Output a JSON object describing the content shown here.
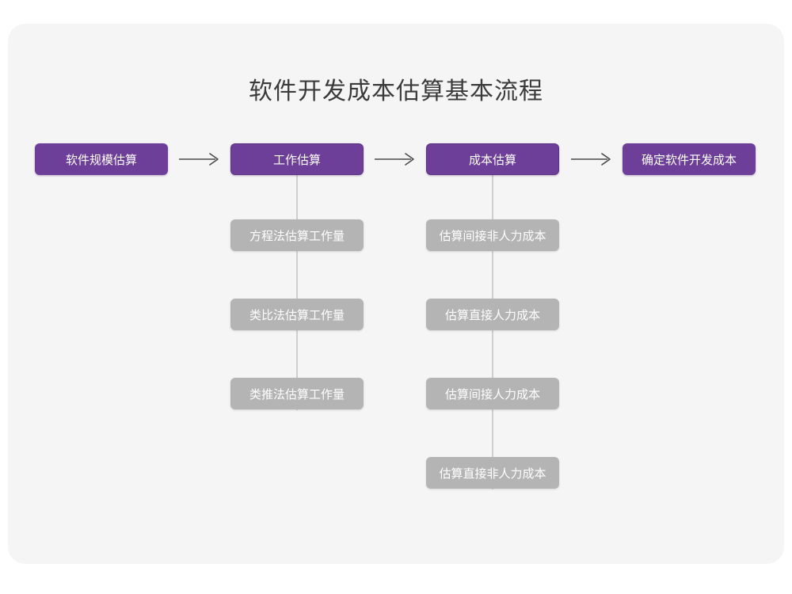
{
  "card": {
    "background": "#f5f5f6"
  },
  "theme": {
    "primary_color": "#6e3f99",
    "secondary_color": "#b4b4b4",
    "title_color": "#3b3b3b",
    "connector_color": "#cfcfcf",
    "arrow_color": "#4a4a4a"
  },
  "diagram": {
    "title": "软件开发成本估算基本流程",
    "type": "flowchart",
    "orientation": "left-to-right with vertical sub-branches",
    "stages": [
      {
        "id": "stage-1",
        "label": "软件规模估算",
        "style": "primary",
        "children": []
      },
      {
        "id": "stage-2",
        "label": "工作估算",
        "style": "primary",
        "children": [
          {
            "id": "stage-2-child-1",
            "label": "方程法估算工作量",
            "style": "secondary"
          },
          {
            "id": "stage-2-child-2",
            "label": "类比法估算工作量",
            "style": "secondary"
          },
          {
            "id": "stage-2-child-3",
            "label": "类推法估算工作量",
            "style": "secondary"
          }
        ]
      },
      {
        "id": "stage-3",
        "label": "成本估算",
        "style": "primary",
        "children": [
          {
            "id": "stage-3-child-1",
            "label": "估算间接非人力成本",
            "style": "secondary"
          },
          {
            "id": "stage-3-child-2",
            "label": "估算直接人力成本",
            "style": "secondary"
          },
          {
            "id": "stage-3-child-3",
            "label": "估算间接人力成本",
            "style": "secondary"
          },
          {
            "id": "stage-3-child-4",
            "label": "估算直接非人力成本",
            "style": "secondary"
          }
        ]
      },
      {
        "id": "stage-4",
        "label": "确定软件开发成本",
        "style": "primary",
        "children": []
      }
    ],
    "arrows": [
      {
        "id": "arrow-1",
        "glyph": "arrow-right-icon",
        "from": "stage-1",
        "to": "stage-2"
      },
      {
        "id": "arrow-2",
        "glyph": "arrow-right-icon",
        "from": "stage-2",
        "to": "stage-3"
      },
      {
        "id": "arrow-3",
        "glyph": "arrow-right-icon",
        "from": "stage-3",
        "to": "stage-4"
      }
    ]
  }
}
